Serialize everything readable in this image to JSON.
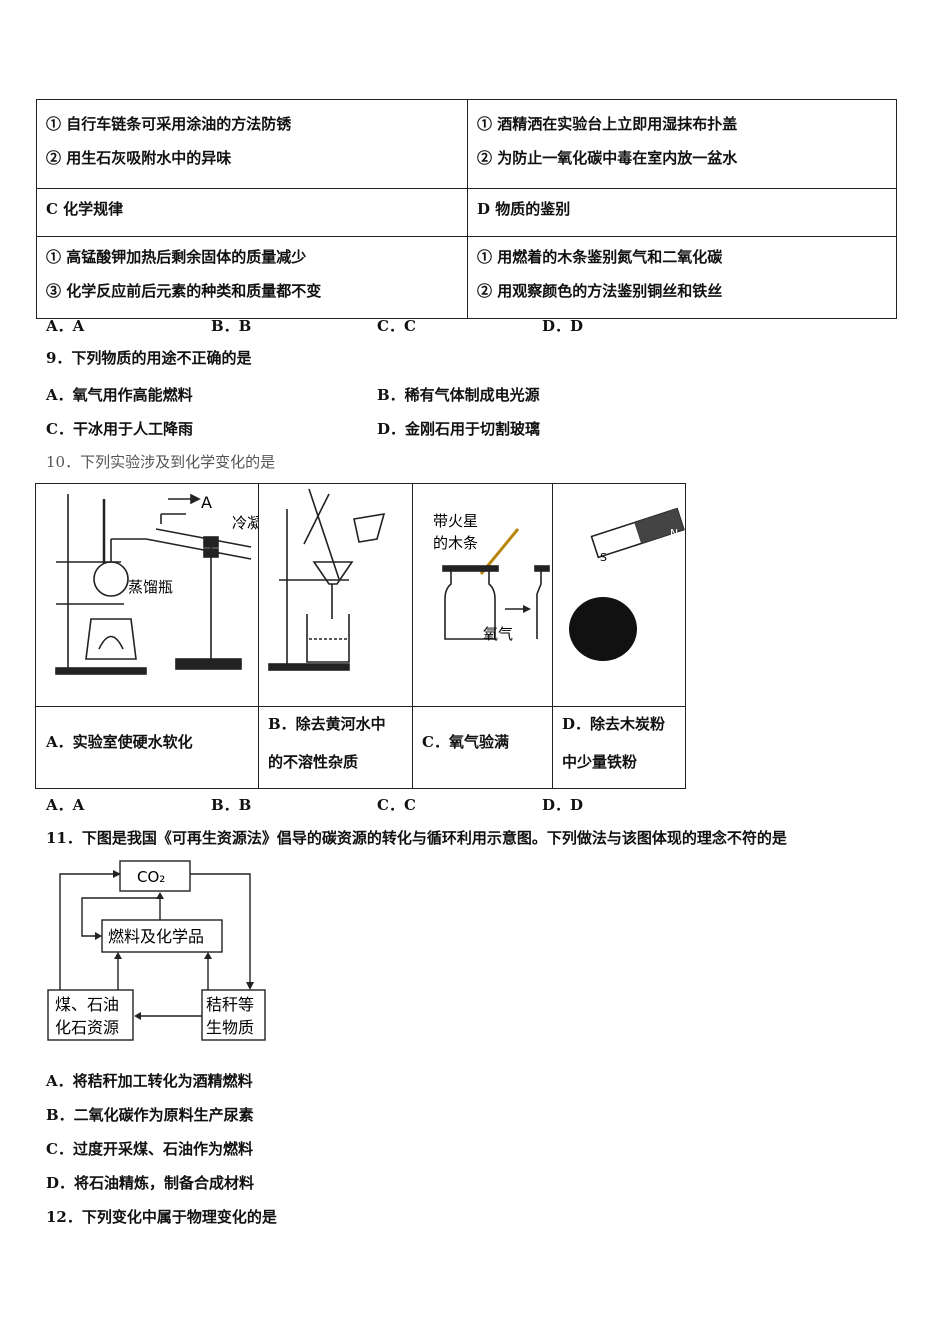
{
  "q8": {
    "rows": [
      {
        "left": [
          "① 自行车链条可采用涂油的方法防锈",
          "② 用生石灰吸附水中的异味"
        ],
        "right": [
          "① 酒精洒在实验台上立即用湿抹布扑盖",
          "② 为防止一氧化碳中毒在室内放一盆水"
        ]
      },
      {
        "left": [
          "C 化学规律"
        ],
        "right": [
          "D 物质的鉴别"
        ]
      },
      {
        "left": [
          "① 高锰酸钾加热后剩余固体的质量减少",
          "③ 化学反应前后元素的种类和质量都不变"
        ],
        "right": [
          "① 用燃着的木条鉴别氮气和二氧化碳",
          "② 用观察颜色的方法鉴别铜丝和铁丝"
        ]
      }
    ],
    "options": [
      "A．A",
      "B．B",
      "C．C",
      "D．D"
    ]
  },
  "q9": {
    "stem": "9．下列物质的用途不正确的是",
    "options": [
      "A．氧气用作高能燃料",
      "B．稀有气体制成电光源",
      "C．干冰用于人工降雨",
      "D．金刚石用于切割玻璃"
    ]
  },
  "q10": {
    "stem": "10．下列实验涉及到化学变化的是",
    "figure_labels": {
      "arrow_a": "A",
      "cold": "冷凝",
      "flask": "蒸馏瓶",
      "splint": [
        "带火星",
        "的木条"
      ],
      "oxygen": "氧气",
      "magnet_s": "S",
      "magnet_n": "N"
    },
    "captions": {
      "a": "A．实验室使硬水软化",
      "b": [
        "B．除去黄河水中",
        "的不溶性杂质"
      ],
      "c": "C．氧气验满",
      "d": [
        "D．除去木炭粉",
        "中少量铁粉"
      ]
    },
    "options": [
      "A．A",
      "B．B",
      "C．C",
      "D．D"
    ]
  },
  "q11": {
    "stem": "11．下图是我国《可再生资源法》倡导的碳资源的转化与循环利用示意图。下列做法与该图体现的理念不符的是",
    "diagram": {
      "co2": "CO₂",
      "fuel": "燃料及化学品",
      "fossil": [
        "煤、石油",
        "化石资源"
      ],
      "straw": [
        "秸秆等",
        "生物质"
      ]
    },
    "options": [
      "A．将秸秆加工转化为酒精燃料",
      "B．二氧化碳作为原料生产尿素",
      "C．过度开采煤、石油作为燃料",
      "D．将石油精炼，制备合成材料"
    ]
  },
  "q12": {
    "stem": "12．下列变化中属于物理变化的是"
  }
}
